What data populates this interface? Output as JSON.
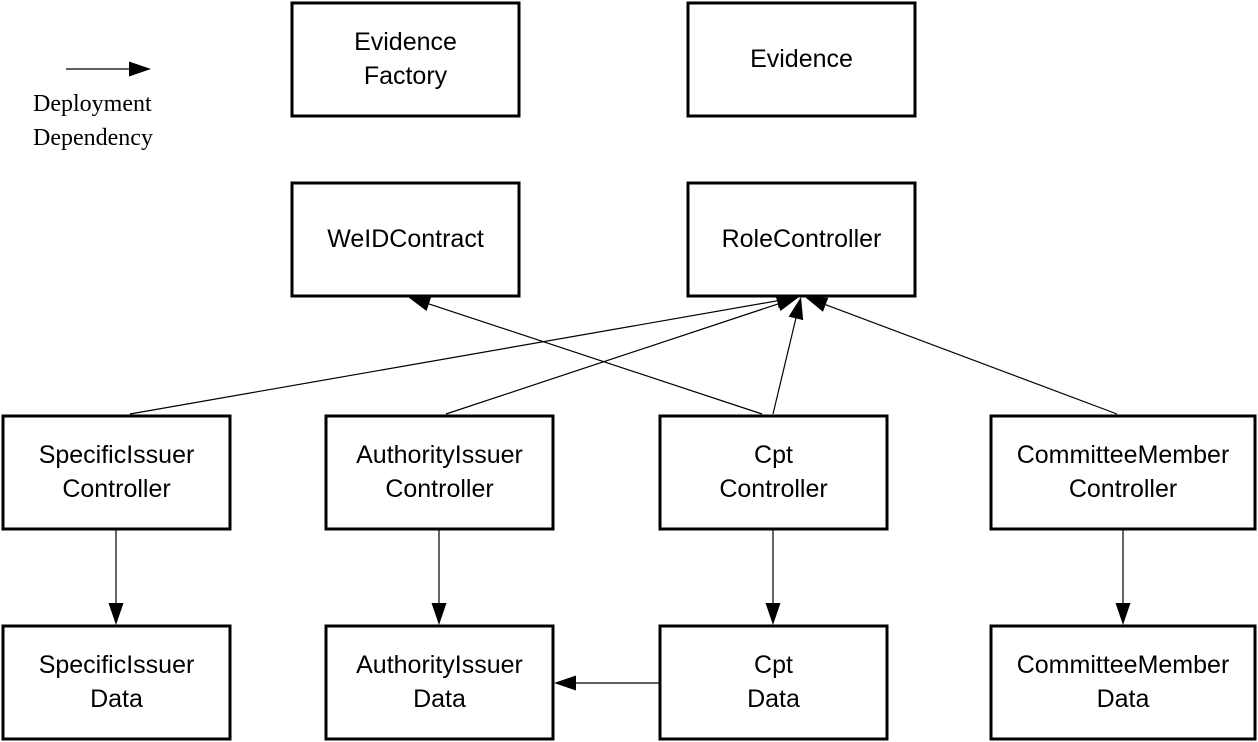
{
  "legend": {
    "line1": "Deployment",
    "line2": "Dependency"
  },
  "nodes": {
    "evidence_factory": {
      "line1": "Evidence",
      "line2": "Factory"
    },
    "evidence": {
      "line1": "Evidence"
    },
    "weid_contract": {
      "line1": "WeIDContract"
    },
    "role_controller": {
      "line1": "RoleController"
    },
    "specific_issuer_controller": {
      "line1": "SpecificIssuer",
      "line2": "Controller"
    },
    "authority_issuer_controller": {
      "line1": "AuthorityIssuer",
      "line2": "Controller"
    },
    "cpt_controller": {
      "line1": "Cpt",
      "line2": "Controller"
    },
    "committee_member_controller": {
      "line1": "CommitteeMember",
      "line2": "Controller"
    },
    "specific_issuer_data": {
      "line1": "SpecificIssuer",
      "line2": "Data"
    },
    "authority_issuer_data": {
      "line1": "AuthorityIssuer",
      "line2": "Data"
    },
    "cpt_data": {
      "line1": "Cpt",
      "line2": "Data"
    },
    "committee_member_data": {
      "line1": "CommitteeMember",
      "line2": "Data"
    }
  },
  "edges": [
    {
      "from": "specific_issuer_controller",
      "to": "role_controller"
    },
    {
      "from": "authority_issuer_controller",
      "to": "role_controller"
    },
    {
      "from": "cpt_controller",
      "to": "role_controller"
    },
    {
      "from": "cpt_controller",
      "to": "weid_contract"
    },
    {
      "from": "committee_member_controller",
      "to": "role_controller"
    },
    {
      "from": "specific_issuer_controller",
      "to": "specific_issuer_data"
    },
    {
      "from": "authority_issuer_controller",
      "to": "authority_issuer_data"
    },
    {
      "from": "cpt_controller",
      "to": "cpt_data"
    },
    {
      "from": "committee_member_controller",
      "to": "committee_member_data"
    },
    {
      "from": "cpt_data",
      "to": "authority_issuer_data"
    }
  ]
}
